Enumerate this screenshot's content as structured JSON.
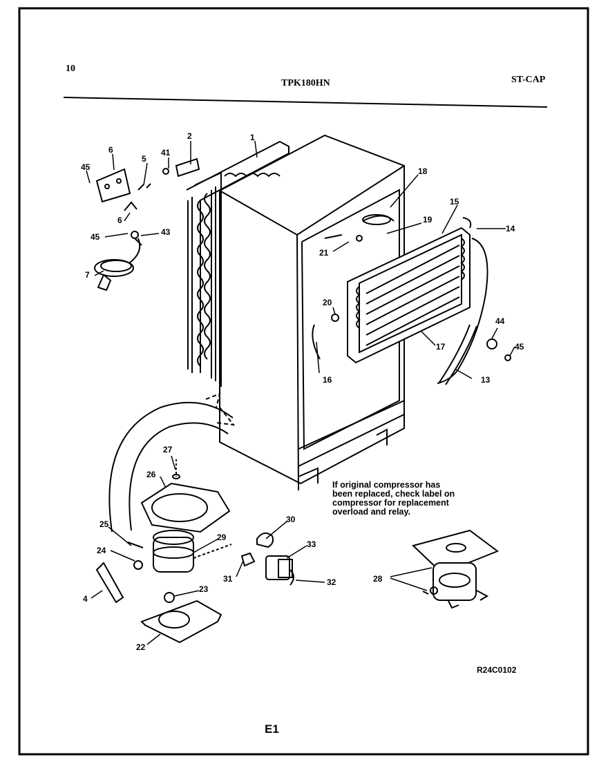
{
  "header": {
    "page_ref": "10",
    "model": "TPK180HN",
    "section": "ST-CAP"
  },
  "note": {
    "lines": [
      "If original compressor has",
      "been replaced, check label on",
      "compressor for replacement",
      "overload and relay."
    ]
  },
  "footer": {
    "drawing_code": "R24C0102",
    "page_label": "E1"
  },
  "callouts": {
    "c1": "1",
    "c2": "2",
    "c4": "4",
    "c5": "5",
    "c6": "6",
    "c6b": "6",
    "c7": "7",
    "c13": "13",
    "c14": "14",
    "c15": "15",
    "c16": "16",
    "c17": "17",
    "c18": "18",
    "c19": "19",
    "c20": "20",
    "c21": "21",
    "c22": "22",
    "c23": "23",
    "c24": "24",
    "c25": "25",
    "c26": "26",
    "c27": "27",
    "c28": "28",
    "c29": "29",
    "c30": "30",
    "c31": "31",
    "c32": "32",
    "c33": "33",
    "c41": "41",
    "c43": "43",
    "c44": "44",
    "c45a": "45",
    "c45b": "45",
    "c45c": "45"
  }
}
